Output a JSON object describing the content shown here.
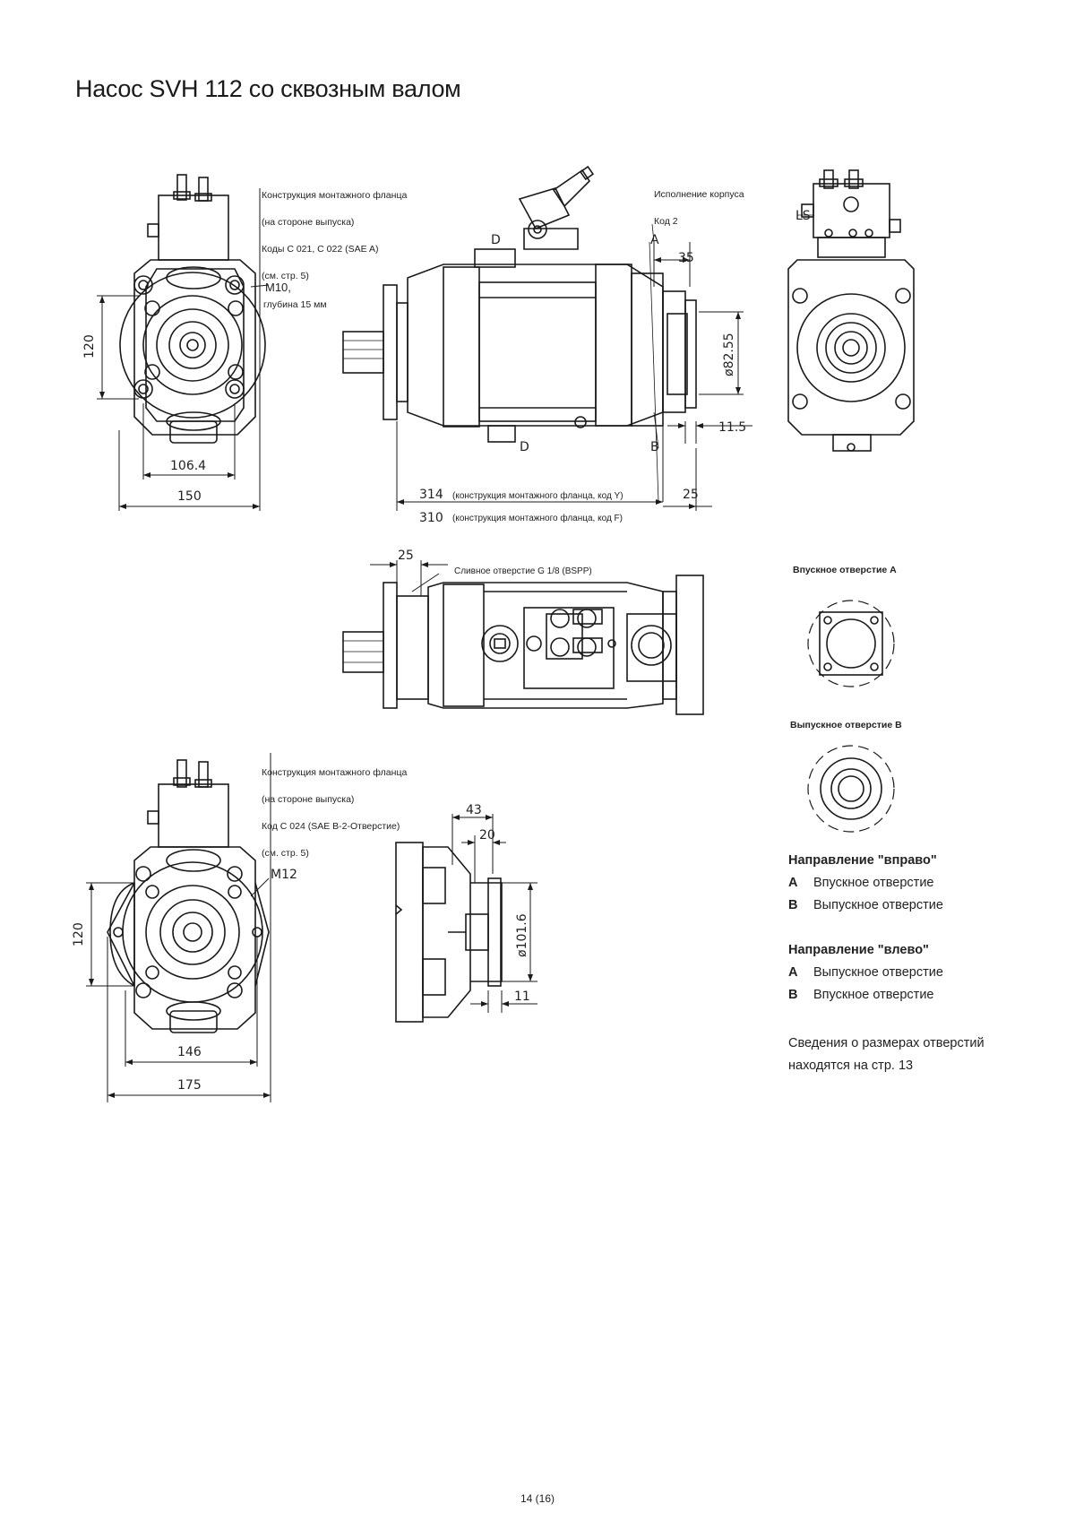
{
  "page_title": "Насос SVH 112 со сквозным валом",
  "note_top_left": {
    "line1": "Конструкция монтажного фланца",
    "line2": "(на стороне выпуска)",
    "line3": "Коды C 021, C 022 (SAE A)",
    "line4": "(см. стр. 5)"
  },
  "note_m10": {
    "line1": "M10,",
    "line2": "глубина 15 мм"
  },
  "note_housing": {
    "line1": "Исполнение корпуса",
    "line2": "Код 2"
  },
  "note_bottom_left": {
    "line1": "Конструкция монтажного фланца",
    "line2": "(на стороне выпуска)",
    "line3": "Код C 024 (SAE B-2-Отверстие)",
    "line4": "(см. стр. 5)"
  },
  "drain_note": "Сливное отверстие G 1/8 (BSPP)",
  "dims": {
    "d120_top": "120",
    "d106_4": "106.4",
    "d150": "150",
    "d35": "35",
    "d82_55": "ø82.55",
    "d11_5": "11.5",
    "d314": "314",
    "d314_note": "(конструкция монтажного фланца, код Y)",
    "d310": "310",
    "d310_note": "(конструкция монтажного фланца, код F)",
    "d25_side": "25",
    "d25_top": "25",
    "d120_bottom": "120",
    "d146": "146",
    "d175": "175",
    "d43": "43",
    "d20": "20",
    "d101_6": "ø101.6",
    "d11": "11",
    "m12": "M12",
    "label_D_top": "D",
    "label_D_bottom": "D",
    "label_A": "A",
    "label_B": "B",
    "label_LS": "LS"
  },
  "port_labels": {
    "inlet_A": "Впускное отверстие A",
    "outlet_B": "Выпускное отверстие B"
  },
  "legend": {
    "right_title": "Направление \"вправо\"",
    "right_rows": [
      {
        "key": "A",
        "value": "Впускное отверстие"
      },
      {
        "key": "B",
        "value": "Выпускное отверстие"
      }
    ],
    "left_title": "Направление \"влево\"",
    "left_rows": [
      {
        "key": "A",
        "value": "Выпускное отверстие"
      },
      {
        "key": "B",
        "value": "Впускное отверстие"
      }
    ]
  },
  "footer_note": {
    "line1": "Сведения о размерах отверстий",
    "line2": "находятся на стр. 13"
  },
  "page_number": "14 (16)"
}
